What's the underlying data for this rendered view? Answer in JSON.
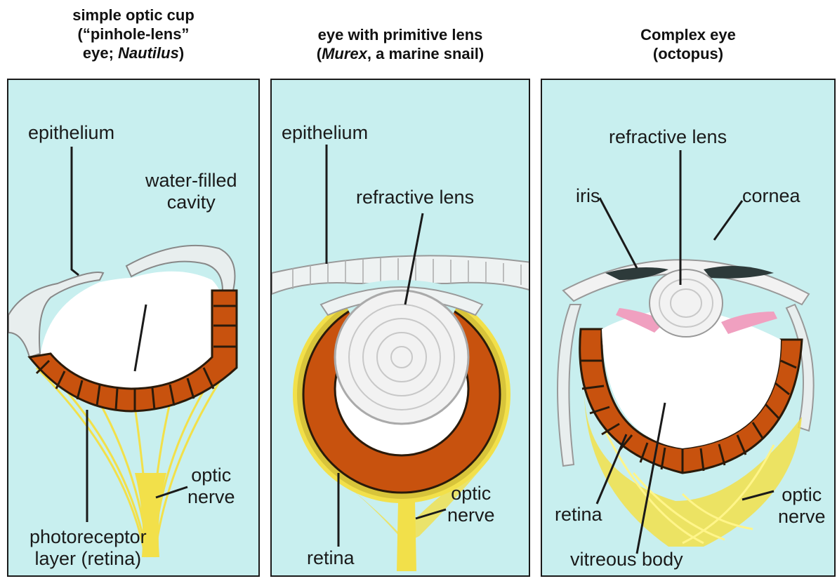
{
  "panels": [
    {
      "heading": {
        "line1": "simple optic cup",
        "line2": "(“pinhole-lens”",
        "line3_pre": "eye; ",
        "line3_em": "Nautilus",
        "line3_post": ")"
      },
      "labels": {
        "epithelium": "epithelium",
        "cavity_1": "water-filled",
        "cavity_2": "cavity",
        "nerve_1": "optic",
        "nerve_2": "nerve",
        "photo_1": "photoreceptor",
        "photo_2": "layer (retina)"
      }
    },
    {
      "heading": {
        "line1": "eye with primitive lens",
        "line2_pre": "(",
        "line2_em": "Murex",
        "line2_post": ", a marine snail)"
      },
      "labels": {
        "epithelium": "epithelium",
        "lens": "refractive lens",
        "nerve_1": "optic",
        "nerve_2": "nerve",
        "retina": "retina"
      }
    },
    {
      "heading": {
        "line1": "Complex eye",
        "line2": "(octopus)"
      },
      "labels": {
        "lens": "refractive lens",
        "iris": "iris",
        "cornea": "cornea",
        "retina": "retina",
        "nerve_1": "optic",
        "nerve_2": "nerve",
        "vitreous": "vitreous body"
      }
    }
  ],
  "colors": {
    "background": "#c8efef",
    "retina_cell": "#c8520e",
    "nerve_yellow": "#f2e04a",
    "iris_pink": "#f0a0c0"
  }
}
